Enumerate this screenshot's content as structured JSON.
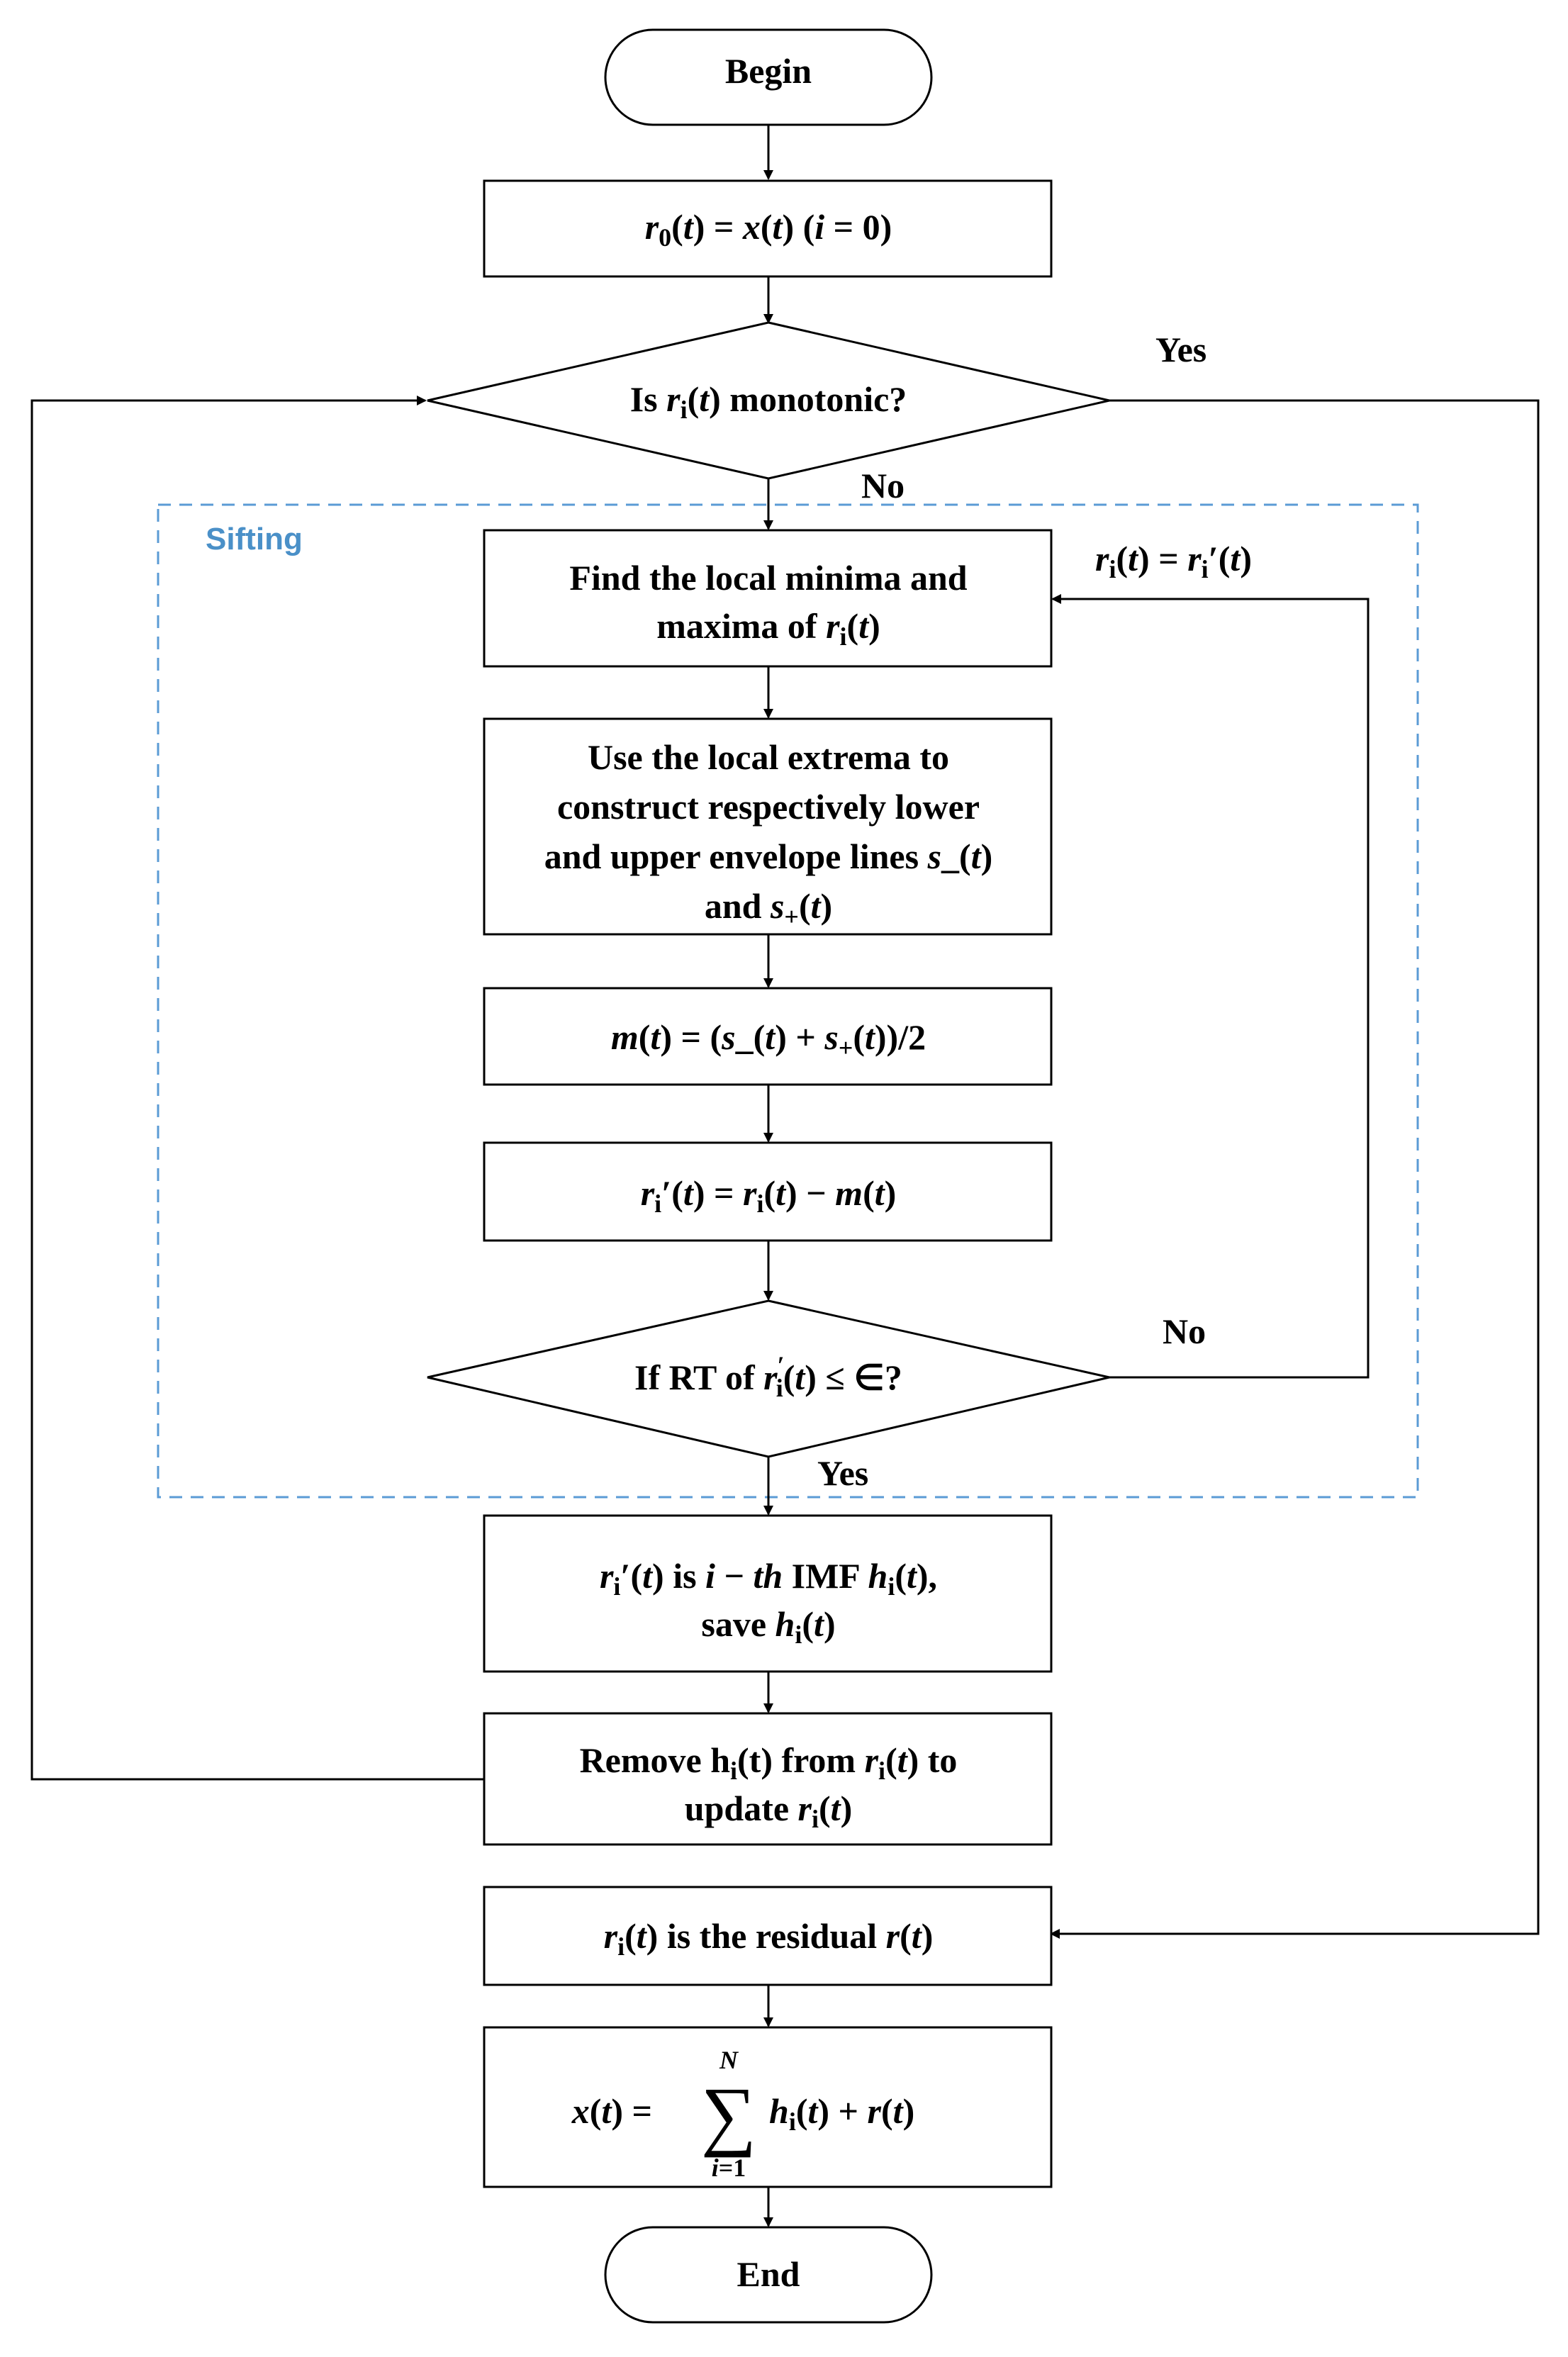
{
  "nodes": {
    "begin": "Begin",
    "init": "r0(t) = x(t) (i = 0)",
    "monotonic_q": "Is ri(t) monotonic?",
    "find_extrema": [
      "Find the local minima and",
      "maxima of ri(t)"
    ],
    "envelopes": [
      "Use the local extrema to",
      "construct respectively lower",
      "and upper envelope lines s_(t)",
      "and s+(t)"
    ],
    "mean": "m(t) = (s_(t) + s+(t))/2",
    "subtract": "ri′(t) = ri(t) − m(t)",
    "rt_q": "If RT of r′i(t) ≤ ∈?",
    "imf": [
      "ri′(t) is i − th IMF hi(t),",
      "save hi(t)"
    ],
    "remove": [
      "Remove hi(t) from ri(t) to",
      "update ri(t)"
    ],
    "residual": "ri(t) is the residual r(t)",
    "sum": "x(t) = ∑ hi(t) + r(t)",
    "sum_upper": "N",
    "sum_lower": "i=1",
    "end": "End"
  },
  "edge_labels": {
    "yes_monotonic": "Yes",
    "no_monotonic": "No",
    "no_rt": "No",
    "yes_rt": "Yes",
    "loop_assign": "ri(t) = ri′(t)"
  },
  "group": {
    "label": "Sifting",
    "color": "#5b9bd5"
  }
}
